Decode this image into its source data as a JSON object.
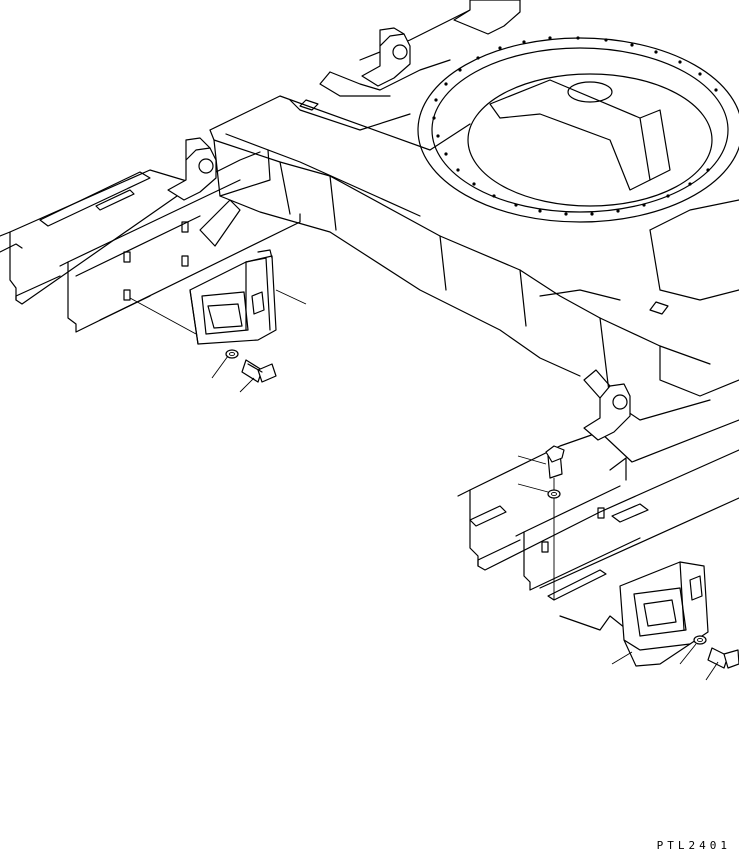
{
  "diagram": {
    "reference_code": "PTL2401",
    "palette": {
      "line": "#000000",
      "background": "#ffffff"
    },
    "parts": [
      {
        "name": "track-frame-left"
      },
      {
        "name": "track-frame-right"
      },
      {
        "name": "center-frame"
      },
      {
        "name": "swing-circle"
      },
      {
        "name": "cover-bracket-left"
      },
      {
        "name": "cover-bracket-right"
      },
      {
        "name": "bolt"
      },
      {
        "name": "washer"
      }
    ]
  }
}
